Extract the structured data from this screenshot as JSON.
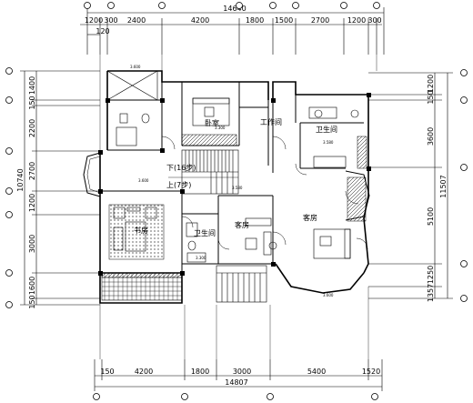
{
  "top_dims": {
    "total": "14640",
    "seg": [
      "1200",
      "300",
      "2400",
      "4200",
      "1800",
      "1500",
      "2700",
      "1200",
      "300"
    ],
    "sub": "120"
  },
  "bottom_dims": {
    "total": "14807",
    "seg": [
      "150",
      "4200",
      "1800",
      "3000",
      "5400",
      "1520"
    ]
  },
  "left_dims": {
    "total": "10740",
    "seg": [
      "1400",
      "150",
      "2200",
      "2700",
      "1200",
      "3000",
      "1600",
      "150"
    ]
  },
  "right_dims": {
    "total": "11507",
    "seg": [
      "1200",
      "150",
      "3600",
      "5100",
      "1250",
      "1357"
    ]
  },
  "rooms": {
    "bedroom_top": "卧室",
    "utility": "工作间",
    "bath_right": "卫生间",
    "bath_left": "卫生间",
    "study": "书房",
    "bedroom_mid": "客房",
    "bedroom_right": "客房",
    "stair_down": "下(16步)",
    "stair_up": "上(7步)"
  },
  "small_labels": [
    "3.600",
    "3.600",
    "3.580",
    "3.300",
    "3.580",
    "3.300",
    "3.600"
  ]
}
